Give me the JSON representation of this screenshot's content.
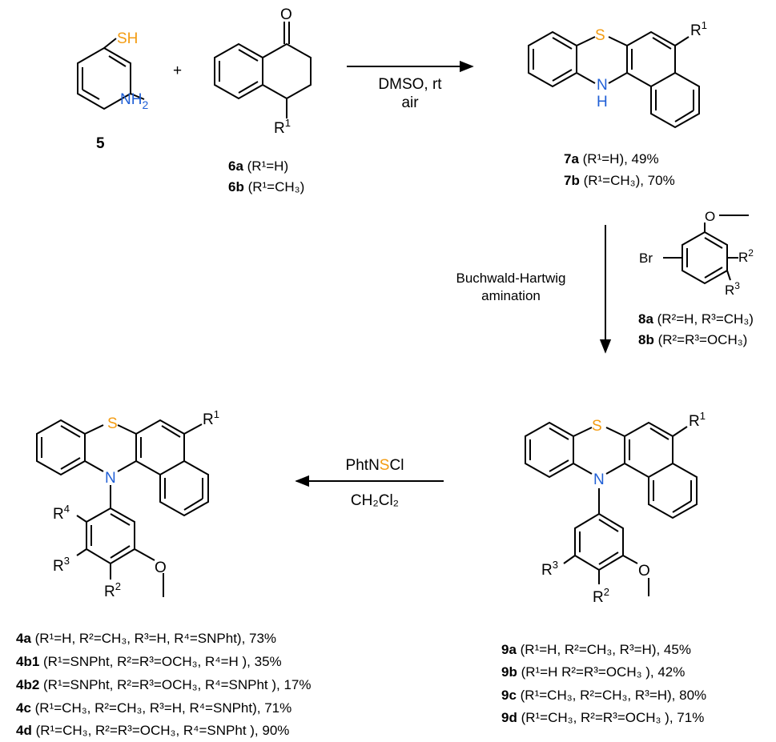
{
  "atoms": {
    "S": "S",
    "SH": "SH",
    "NH2_N": "NH",
    "NH2_sub": "2",
    "NH": "N",
    "H": "H",
    "N": "N",
    "O": "O",
    "Br": "Br",
    "R1": "R",
    "R1_sup": "1",
    "R2": "R",
    "R2_sup": "2",
    "R3": "R",
    "R3_sup": "3",
    "R4": "R",
    "R4_sup": "4",
    "plus": "+"
  },
  "labels": {
    "c5": "5",
    "c6a": "6a",
    "c6a_rest": " (R¹=H)",
    "c6b": "6b",
    "c6b_rest": " (R¹=CH₃)",
    "c7a": "7a",
    "c7a_rest": " (R¹=H), 49%",
    "c7b": "7b",
    "c7b_rest": " (R¹=CH₃), 70%",
    "c8a": "8a",
    "c8a_rest": " (R²=H, R³=CH₃)",
    "c8b": "8b",
    "c8b_rest": " (R²=R³=OCH₃)"
  },
  "conditions": {
    "step1_line1": "DMSO, rt",
    "step1_line2": "air",
    "step2_line1": "Buchwald-Hartwig",
    "step2_line2": "amination",
    "step3_pre": "PhtN",
    "step3_S": "S",
    "step3_post": "Cl",
    "step3_solvent": "CH₂Cl₂"
  },
  "products4": [
    {
      "id": "4a",
      "text": " (R¹=H, R²=CH₃, R³=H, R⁴=SNPht), 73%"
    },
    {
      "id": "4b1",
      "text": " (R¹=SNPht, R²=R³=OCH₃, R⁴=H ), 35%"
    },
    {
      "id": "4b2",
      "text": " (R¹=SNPht, R²=R³=OCH₃, R⁴=SNPht ), 17%"
    },
    {
      "id": "4c",
      "text": " (R¹=CH₃, R²=CH₃, R³=H, R⁴=SNPht), 71%"
    },
    {
      "id": "4d",
      "text": " (R¹=CH₃, R²=R³=OCH₃, R⁴=SNPht ), 90%"
    }
  ],
  "products9": [
    {
      "id": "9a",
      "text": " (R¹=H, R²=CH₃, R³=H), 45%"
    },
    {
      "id": "9b",
      "text": " (R¹=H R²=R³=OCH₃ ), 42%"
    },
    {
      "id": "9c",
      "text": " (R¹=CH₃, R²=CH₃, R³=H), 80%"
    },
    {
      "id": "9d",
      "text": " (R¹=CH₃, R²=R³=OCH₃ ), 71%"
    }
  ]
}
